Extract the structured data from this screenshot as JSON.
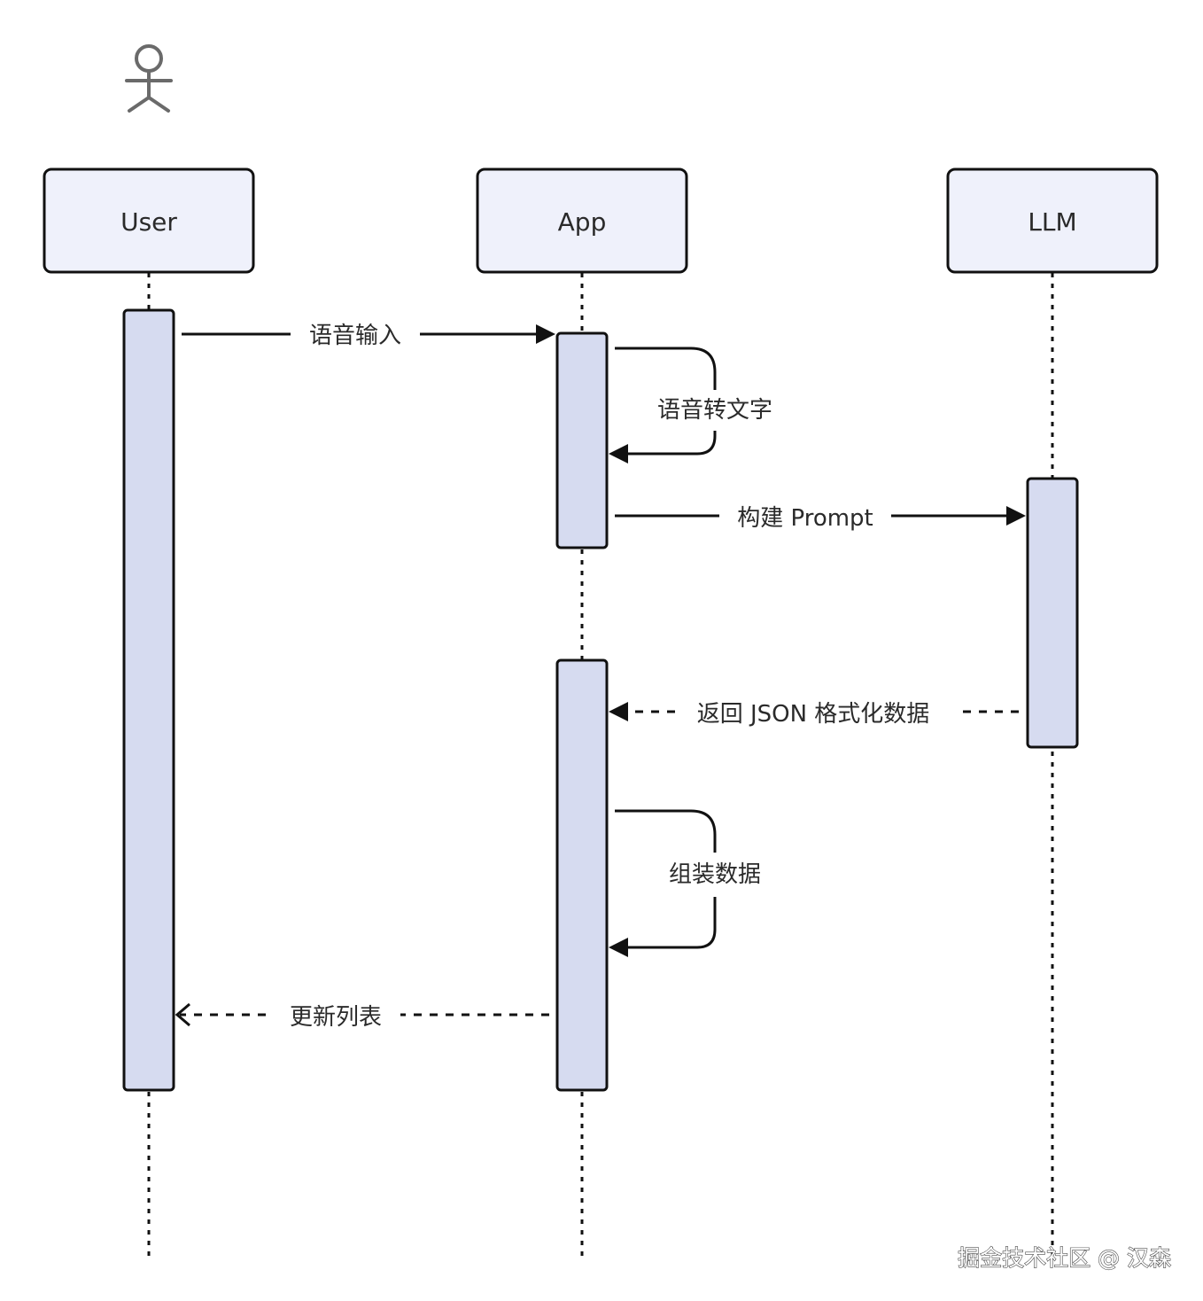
{
  "participants": [
    {
      "id": "user",
      "label": "User"
    },
    {
      "id": "app",
      "label": "App"
    },
    {
      "id": "llm",
      "label": "LLM"
    }
  ],
  "messages": [
    {
      "id": "voice-input",
      "from": "User",
      "to": "App",
      "label": "语音输入",
      "style": "solid"
    },
    {
      "id": "speech-to-text",
      "from": "App",
      "to": "App",
      "label": "语音转文字",
      "style": "solid"
    },
    {
      "id": "build-prompt",
      "from": "App",
      "to": "LLM",
      "label": "构建 Prompt",
      "style": "solid"
    },
    {
      "id": "return-json",
      "from": "LLM",
      "to": "App",
      "label": "返回 JSON 格式化数据",
      "style": "dashed"
    },
    {
      "id": "assemble-data",
      "from": "App",
      "to": "App",
      "label": "组装数据",
      "style": "solid"
    },
    {
      "id": "update-list",
      "from": "App",
      "to": "User",
      "label": "更新列表",
      "style": "dashed"
    }
  ],
  "actor_icon": "stick-figure-icon",
  "watermark": "掘金技术社区 @ 汉森",
  "colors": {
    "participant_fill": "#eff1fb",
    "activation_fill": "#d6dbf0",
    "stroke": "#111111",
    "actor_icon": "#6a6a6a"
  }
}
